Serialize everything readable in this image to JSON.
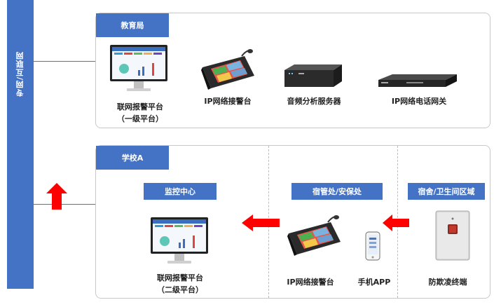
{
  "sidebar": {
    "label": "专网/互联网"
  },
  "top_panel": {
    "tag": "教育局",
    "devices": [
      {
        "name": "联网报警平台",
        "sub": "（一级平台）",
        "icon": "monitor-icon"
      },
      {
        "name": "IP网络接警台",
        "icon": "touchscreen-console-icon"
      },
      {
        "name": "音频分析服务器",
        "icon": "rack-server-icon"
      },
      {
        "name": "IP网络电话网关",
        "icon": "rack-gateway-icon"
      }
    ]
  },
  "bottom_panel": {
    "tag": "学校A",
    "sections": [
      {
        "title": "监控中心"
      },
      {
        "title": "宿管处/安保处"
      },
      {
        "title": "宿舍/卫生间区域"
      }
    ],
    "devices": [
      {
        "name": "联网报警平台",
        "sub": "（二级平台）",
        "icon": "monitor-icon"
      },
      {
        "name": "IP网络接警台",
        "icon": "touchscreen-console-icon"
      },
      {
        "name": "手机APP",
        "icon": "smartphone-icon"
      },
      {
        "name": "防欺凌终端",
        "icon": "anti-bullying-terminal-icon"
      }
    ]
  },
  "colors": {
    "accent": "#4472c4",
    "arrow": "#ff0000"
  }
}
